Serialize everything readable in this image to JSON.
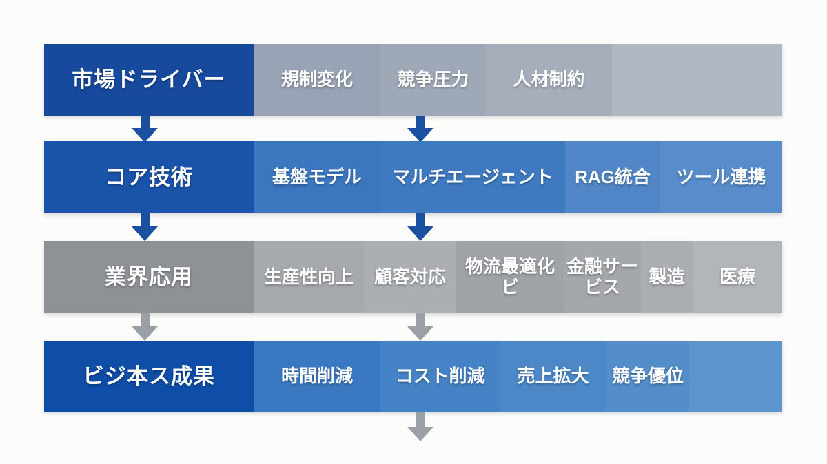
{
  "diagram": {
    "colors": {
      "background": "#fcfcfa",
      "arrow_blue": "#1b4fa0",
      "arrow_gray": "#9aa0a6"
    },
    "rows": [
      {
        "name": "market-drivers",
        "header": {
          "label": "市場ドライバー",
          "bg": "#17499d"
        },
        "items": [
          {
            "label": "規制変化",
            "bg": "#98a3b5"
          },
          {
            "label": "競争圧力",
            "bg": "#9fa8b7"
          },
          {
            "label": "人材制約",
            "bg": "#a6aebc"
          },
          {
            "label": "",
            "bg": "#b1b7c3"
          }
        ]
      },
      {
        "name": "core-technology",
        "header": {
          "label": "コア技術",
          "bg": "#1a53aa"
        },
        "items": [
          {
            "label": "基盤モデル",
            "bg": "#3b76bf"
          },
          {
            "label": "マルチエージェント",
            "bg": "#3f7ac1"
          },
          {
            "label": "RAG統合",
            "bg": "#5187c9"
          },
          {
            "label": "ツール連携",
            "bg": "#588cca"
          }
        ]
      },
      {
        "name": "industry-applications",
        "header": {
          "label": "業界応用",
          "bg": "#8e9196"
        },
        "items": [
          {
            "label": "生産性向上",
            "bg": "#a6a9ad"
          },
          {
            "label": "顧客対応",
            "bg": "#abaeb2"
          },
          {
            "label": "物流最適化\nビ",
            "bg": "#9fa2a7"
          },
          {
            "label": "金融サー\nビス",
            "bg": "#a4a7ab"
          },
          {
            "label": "製造",
            "bg": "#aaadb1"
          },
          {
            "label": "医療",
            "bg": "#b2b5b9"
          }
        ]
      },
      {
        "name": "business-outcomes",
        "header": {
          "label": "ビジ本ス成果",
          "bg": "#0f4ea6"
        },
        "items": [
          {
            "label": "時間削減",
            "bg": "#3a79c2"
          },
          {
            "label": "コスト削減",
            "bg": "#4583c6"
          },
          {
            "label": "売上拡大",
            "bg": "#4c88c8"
          },
          {
            "label": "競争優位",
            "bg": "#538dca"
          },
          {
            "label": "",
            "bg": "#5f95cd"
          }
        ]
      }
    ]
  }
}
